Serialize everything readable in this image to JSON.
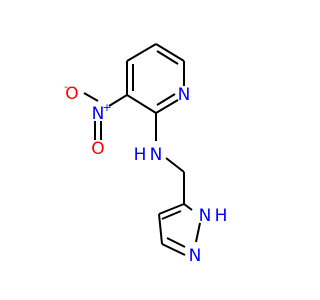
{
  "molecule": {
    "colors": {
      "bond": "#000000",
      "nitrogen": "#0000ff",
      "oxygen": "#ff0000",
      "background": "#ffffff"
    },
    "atoms": {
      "pyridine_n": "N",
      "amine_n": "N",
      "amine_h": "H",
      "nitro_n": "N",
      "nitro_plus": "+",
      "nitro_o_top": "O",
      "nitro_o_left": "O",
      "nitro_o_minus": "-",
      "pyrazole_nh_n": "N",
      "pyrazole_nh_h": "H",
      "pyrazole_n": "N"
    }
  }
}
